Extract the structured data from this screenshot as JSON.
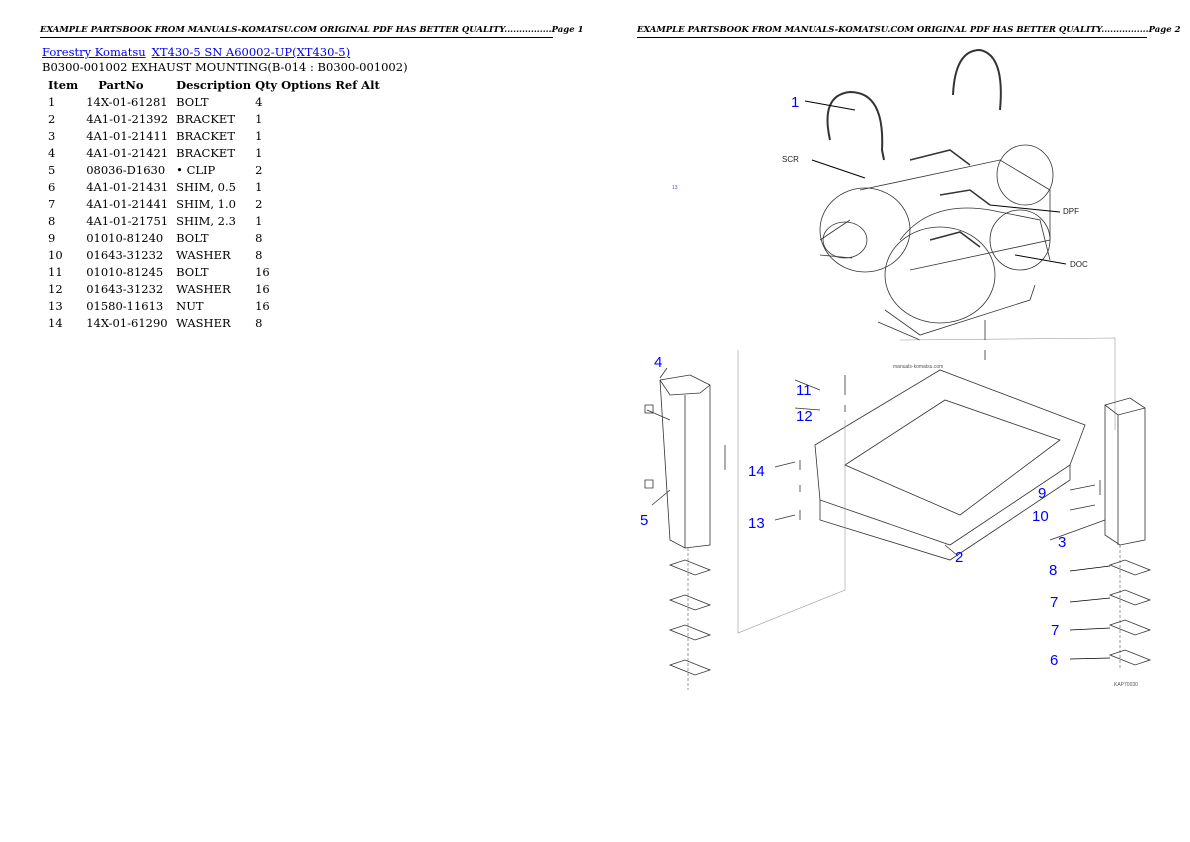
{
  "pages": [
    {
      "header": "EXAMPLE PARTSBOOK FROM MANUALS-KOMATSU.COM ORIGINAL PDF HAS BETTER QUALITY................Page 1"
    },
    {
      "header": "EXAMPLE PARTSBOOK FROM MANUALS-KOMATSU.COM ORIGINAL PDF HAS BETTER QUALITY................Page 2"
    }
  ],
  "breadcrumb": [
    {
      "label": "Forestry Komatsu"
    },
    {
      "label": "XT430-5 SN A60002-UP(XT430-5)"
    }
  ],
  "subtitle": "B0300-001002 EXHAUST MOUNTING(B-014 : B0300-001002)",
  "table": {
    "columns": [
      "Item",
      "PartNo",
      "Description",
      "Qty",
      "Options",
      "Ref",
      "Alt"
    ],
    "rows": [
      [
        "1",
        "14X-01-61281",
        "BOLT",
        "4"
      ],
      [
        "2",
        "4A1-01-21392",
        "BRACKET",
        "1"
      ],
      [
        "3",
        "4A1-01-21411",
        "BRACKET",
        "1"
      ],
      [
        "4",
        "4A1-01-21421",
        "BRACKET",
        "1"
      ],
      [
        "5",
        "08036-D1630",
        "• CLIP",
        "2"
      ],
      [
        "6",
        "4A1-01-21431",
        "SHIM, 0.5",
        "1"
      ],
      [
        "7",
        "4A1-01-21441",
        "SHIM, 1.0",
        "2"
      ],
      [
        "8",
        "4A1-01-21751",
        "SHIM, 2.3",
        "1"
      ],
      [
        "9",
        "01010-81240",
        "BOLT",
        "8"
      ],
      [
        "10",
        "01643-31232",
        "WASHER",
        "8"
      ],
      [
        "11",
        "01010-81245",
        "BOLT",
        "16"
      ],
      [
        "12",
        "01643-31232",
        "WASHER",
        "16"
      ],
      [
        "13",
        "01580-11613",
        "NUT",
        "16"
      ],
      [
        "14",
        "14X-01-61290",
        "WASHER",
        "8"
      ]
    ]
  },
  "diagram": {
    "callouts": [
      "1",
      "4",
      "11",
      "12",
      "14",
      "5",
      "13",
      "9",
      "10",
      "3",
      "2",
      "8",
      "7",
      "7",
      "6"
    ],
    "component_labels": [
      "SCR",
      "DPF",
      "DOC"
    ],
    "small_ref": "13",
    "watermark": "manuals-komatsu.com",
    "drawing_code": "KAP70030",
    "callout_color": "#0000ff"
  }
}
